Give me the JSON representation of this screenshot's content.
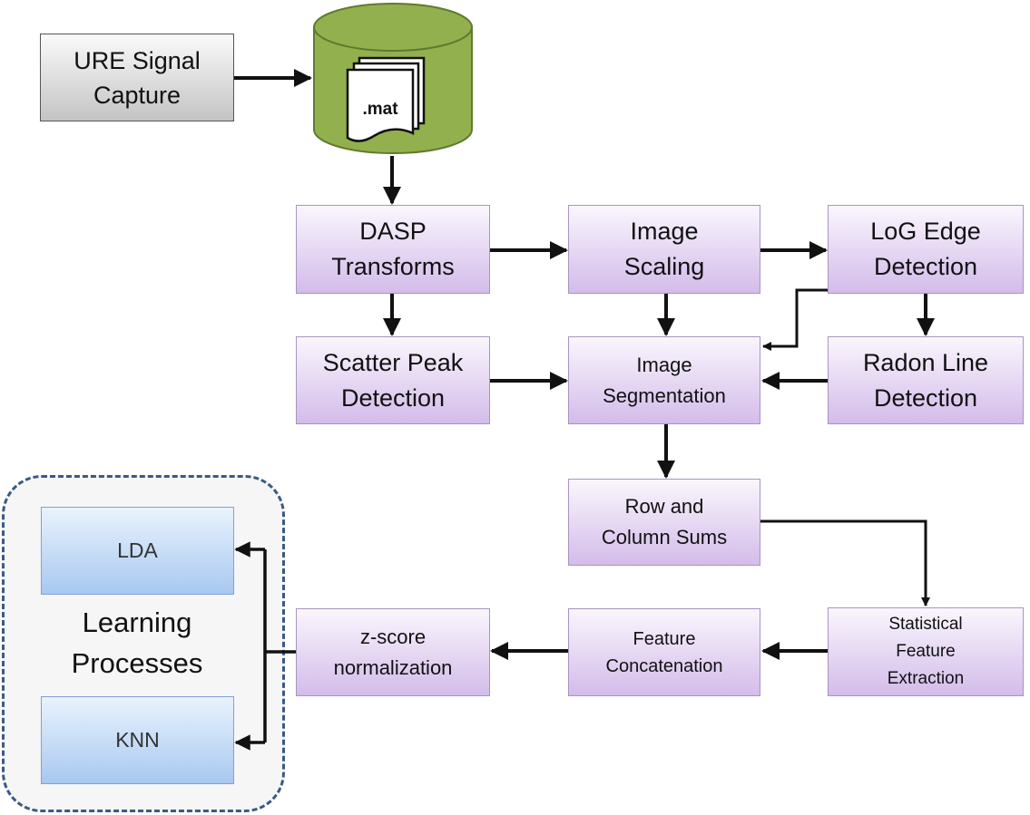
{
  "source_node": {
    "label": "URE Signal\nCapture"
  },
  "database": {
    "file_label": ".mat",
    "fill_color": "#92b04d",
    "stroke_color": "#5f7a2e"
  },
  "nodes": {
    "dasp": "DASP\nTransforms",
    "scaling": "Image\nScaling",
    "log_edge": "LoG Edge\nDetection",
    "scatter": "Scatter Peak\nDetection",
    "segmentation": "Image\nSegmentation",
    "radon": "Radon Line\nDetection",
    "row_col": "Row and\nColumn Sums",
    "stat_feat": "Statistical\nFeature\nExtraction",
    "concat": "Feature\nConcatenation",
    "zscore": "z-score\nnormalization"
  },
  "learning": {
    "title": "Learning\nProcesses",
    "lda": "LDA",
    "knn": "KNN"
  },
  "colors": {
    "process_top": "#faf6fd",
    "process_bottom": "#d3bcea",
    "process_border": "#a993c2",
    "learner_top": "#e9f3fd",
    "learner_bottom": "#a8c8f1",
    "group_border": "#3a5a84",
    "arrow": "#111111"
  }
}
